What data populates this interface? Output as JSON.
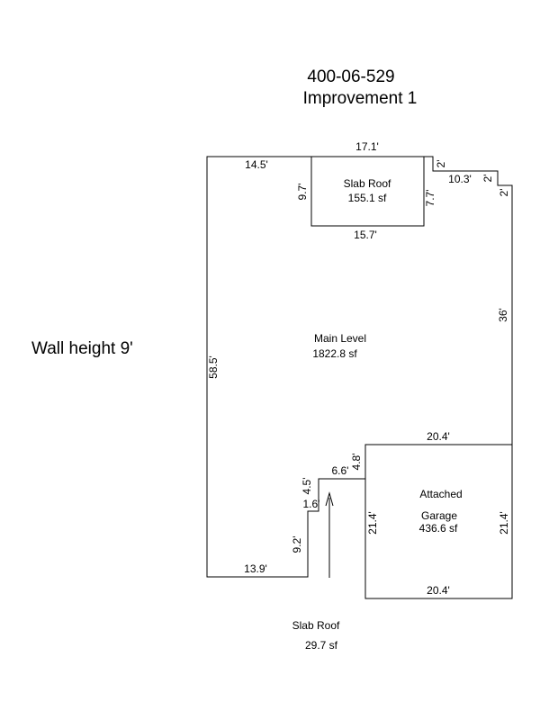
{
  "header": {
    "parcel_id": "400-06-529",
    "improvement": "Improvement 1"
  },
  "wall_height": "Wall height 9'",
  "areas": {
    "slab_roof_top": {
      "name": "Slab Roof",
      "area": "155.1 sf"
    },
    "main_level": {
      "name": "Main Level",
      "area": "1822.8 sf"
    },
    "garage": {
      "name_line1": "Attached",
      "name_line2": "Garage",
      "area": "436.6 sf"
    },
    "slab_roof_bottom": {
      "name": "Slab Roof",
      "area": "29.7 sf"
    }
  },
  "dimensions": {
    "top_total": "17.1'",
    "top_left": "14.5'",
    "slab_left": "9.7'",
    "slab_bottom": "15.7'",
    "slab_right": "7.7'",
    "step_a": "2'",
    "step_mid": "10.3'",
    "step_b": "2'",
    "step_c": "2'",
    "right_side": "36'",
    "left_side": "58.5'",
    "garage_top": "20.4'",
    "garage_left": "21.4'",
    "garage_right": "21.4'",
    "garage_bottom": "20.4'",
    "bump_top": "6.6'",
    "bump_right": "4.8'",
    "bump_left": "4.5'",
    "bump_bottom": "1.6'",
    "notch_left": "9.2'",
    "bottom_left": "13.9'"
  }
}
